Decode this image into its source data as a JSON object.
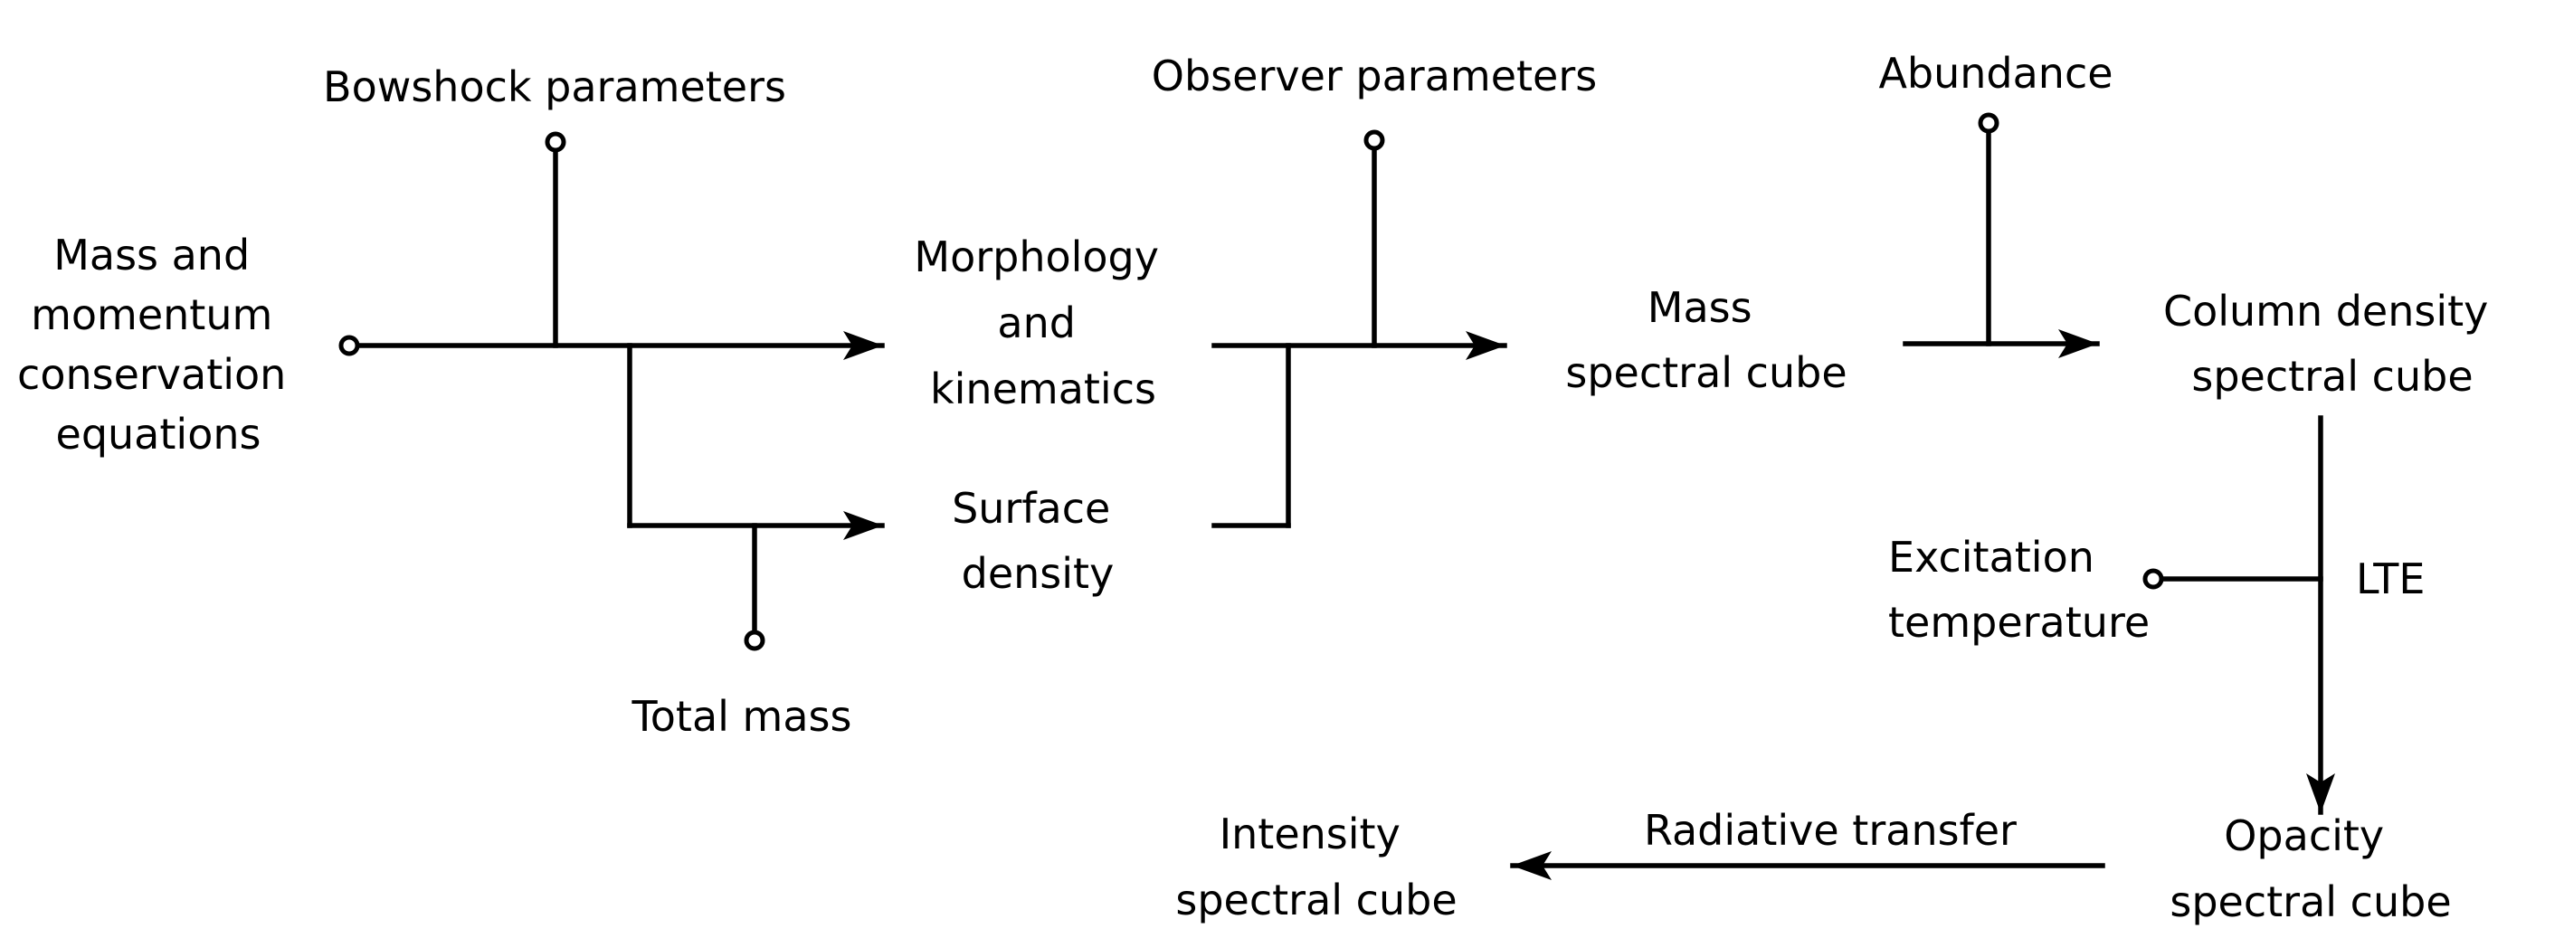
{
  "diagram": {
    "inputs": {
      "conservation": [
        "Mass and",
        "momentum",
        "conservation",
        "equations"
      ],
      "bowshock": "Bowshock parameters",
      "total_mass": "Total mass",
      "observer": "Observer parameters",
      "abundance": "Abundance",
      "excitation": [
        "Excitation",
        "temperature"
      ]
    },
    "products": {
      "morphology": [
        "Morphology",
        "and",
        "kinematics"
      ],
      "surface_density": [
        "Surface",
        "density"
      ],
      "mass_cube": [
        "Mass",
        "spectral cube"
      ],
      "column_density_cube": [
        "Column density",
        "spectral cube"
      ],
      "opacity_cube": [
        "Opacity",
        "spectral cube"
      ],
      "intensity_cube": [
        "Intensity",
        "spectral cube"
      ]
    },
    "process_labels": {
      "lte": "LTE",
      "radiative_transfer": "Radiative transfer"
    }
  }
}
